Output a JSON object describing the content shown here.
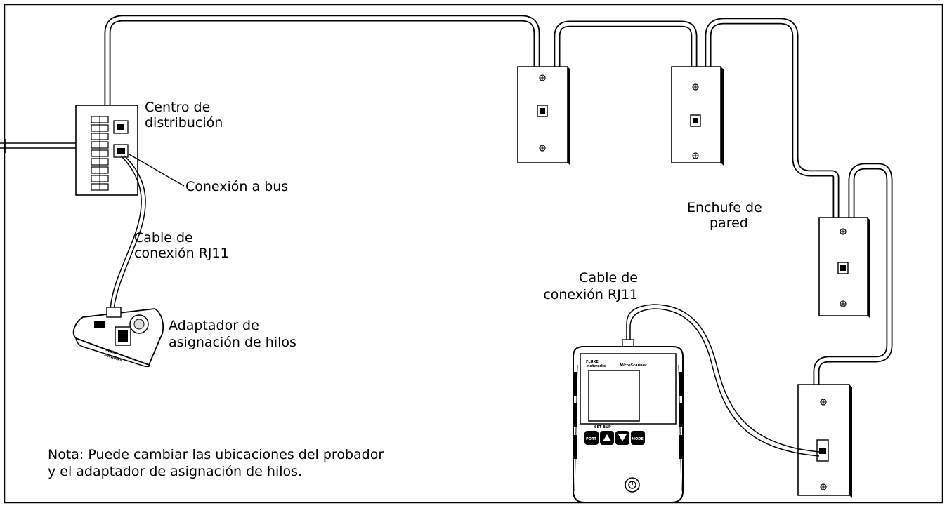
{
  "labels": {
    "distribution_center": [
      "Centro de",
      "distribución"
    ],
    "bus_connection": "Conexión a bus",
    "patch_cable_left": [
      "Cable de",
      "conexión RJ11"
    ],
    "wiremap_adapter": [
      "Adaptador de",
      "asignación de hilos"
    ],
    "wall_jack": [
      "Enchufe de",
      "pared"
    ],
    "patch_cable_right": [
      "Cable de",
      "conexión RJ11"
    ],
    "note": [
      "Nota: Puede cambiar las ubicaciones del probador",
      "y el adaptador de asignación de hilos."
    ]
  },
  "tester": {
    "brand": [
      "FLUKE",
      "networks"
    ],
    "model": "MicroScanner",
    "keys_bracket": "SET BUP",
    "buttons": [
      "PORT",
      "MODE"
    ]
  },
  "adapter_text": [
    "FLUKE",
    "networks"
  ],
  "icons": [
    "wall-plate-icon",
    "distribution-panel-icon",
    "tester-icon",
    "wiremap-adapter-icon",
    "screw-icon",
    "rj11-jack-icon",
    "power-button-icon"
  ]
}
